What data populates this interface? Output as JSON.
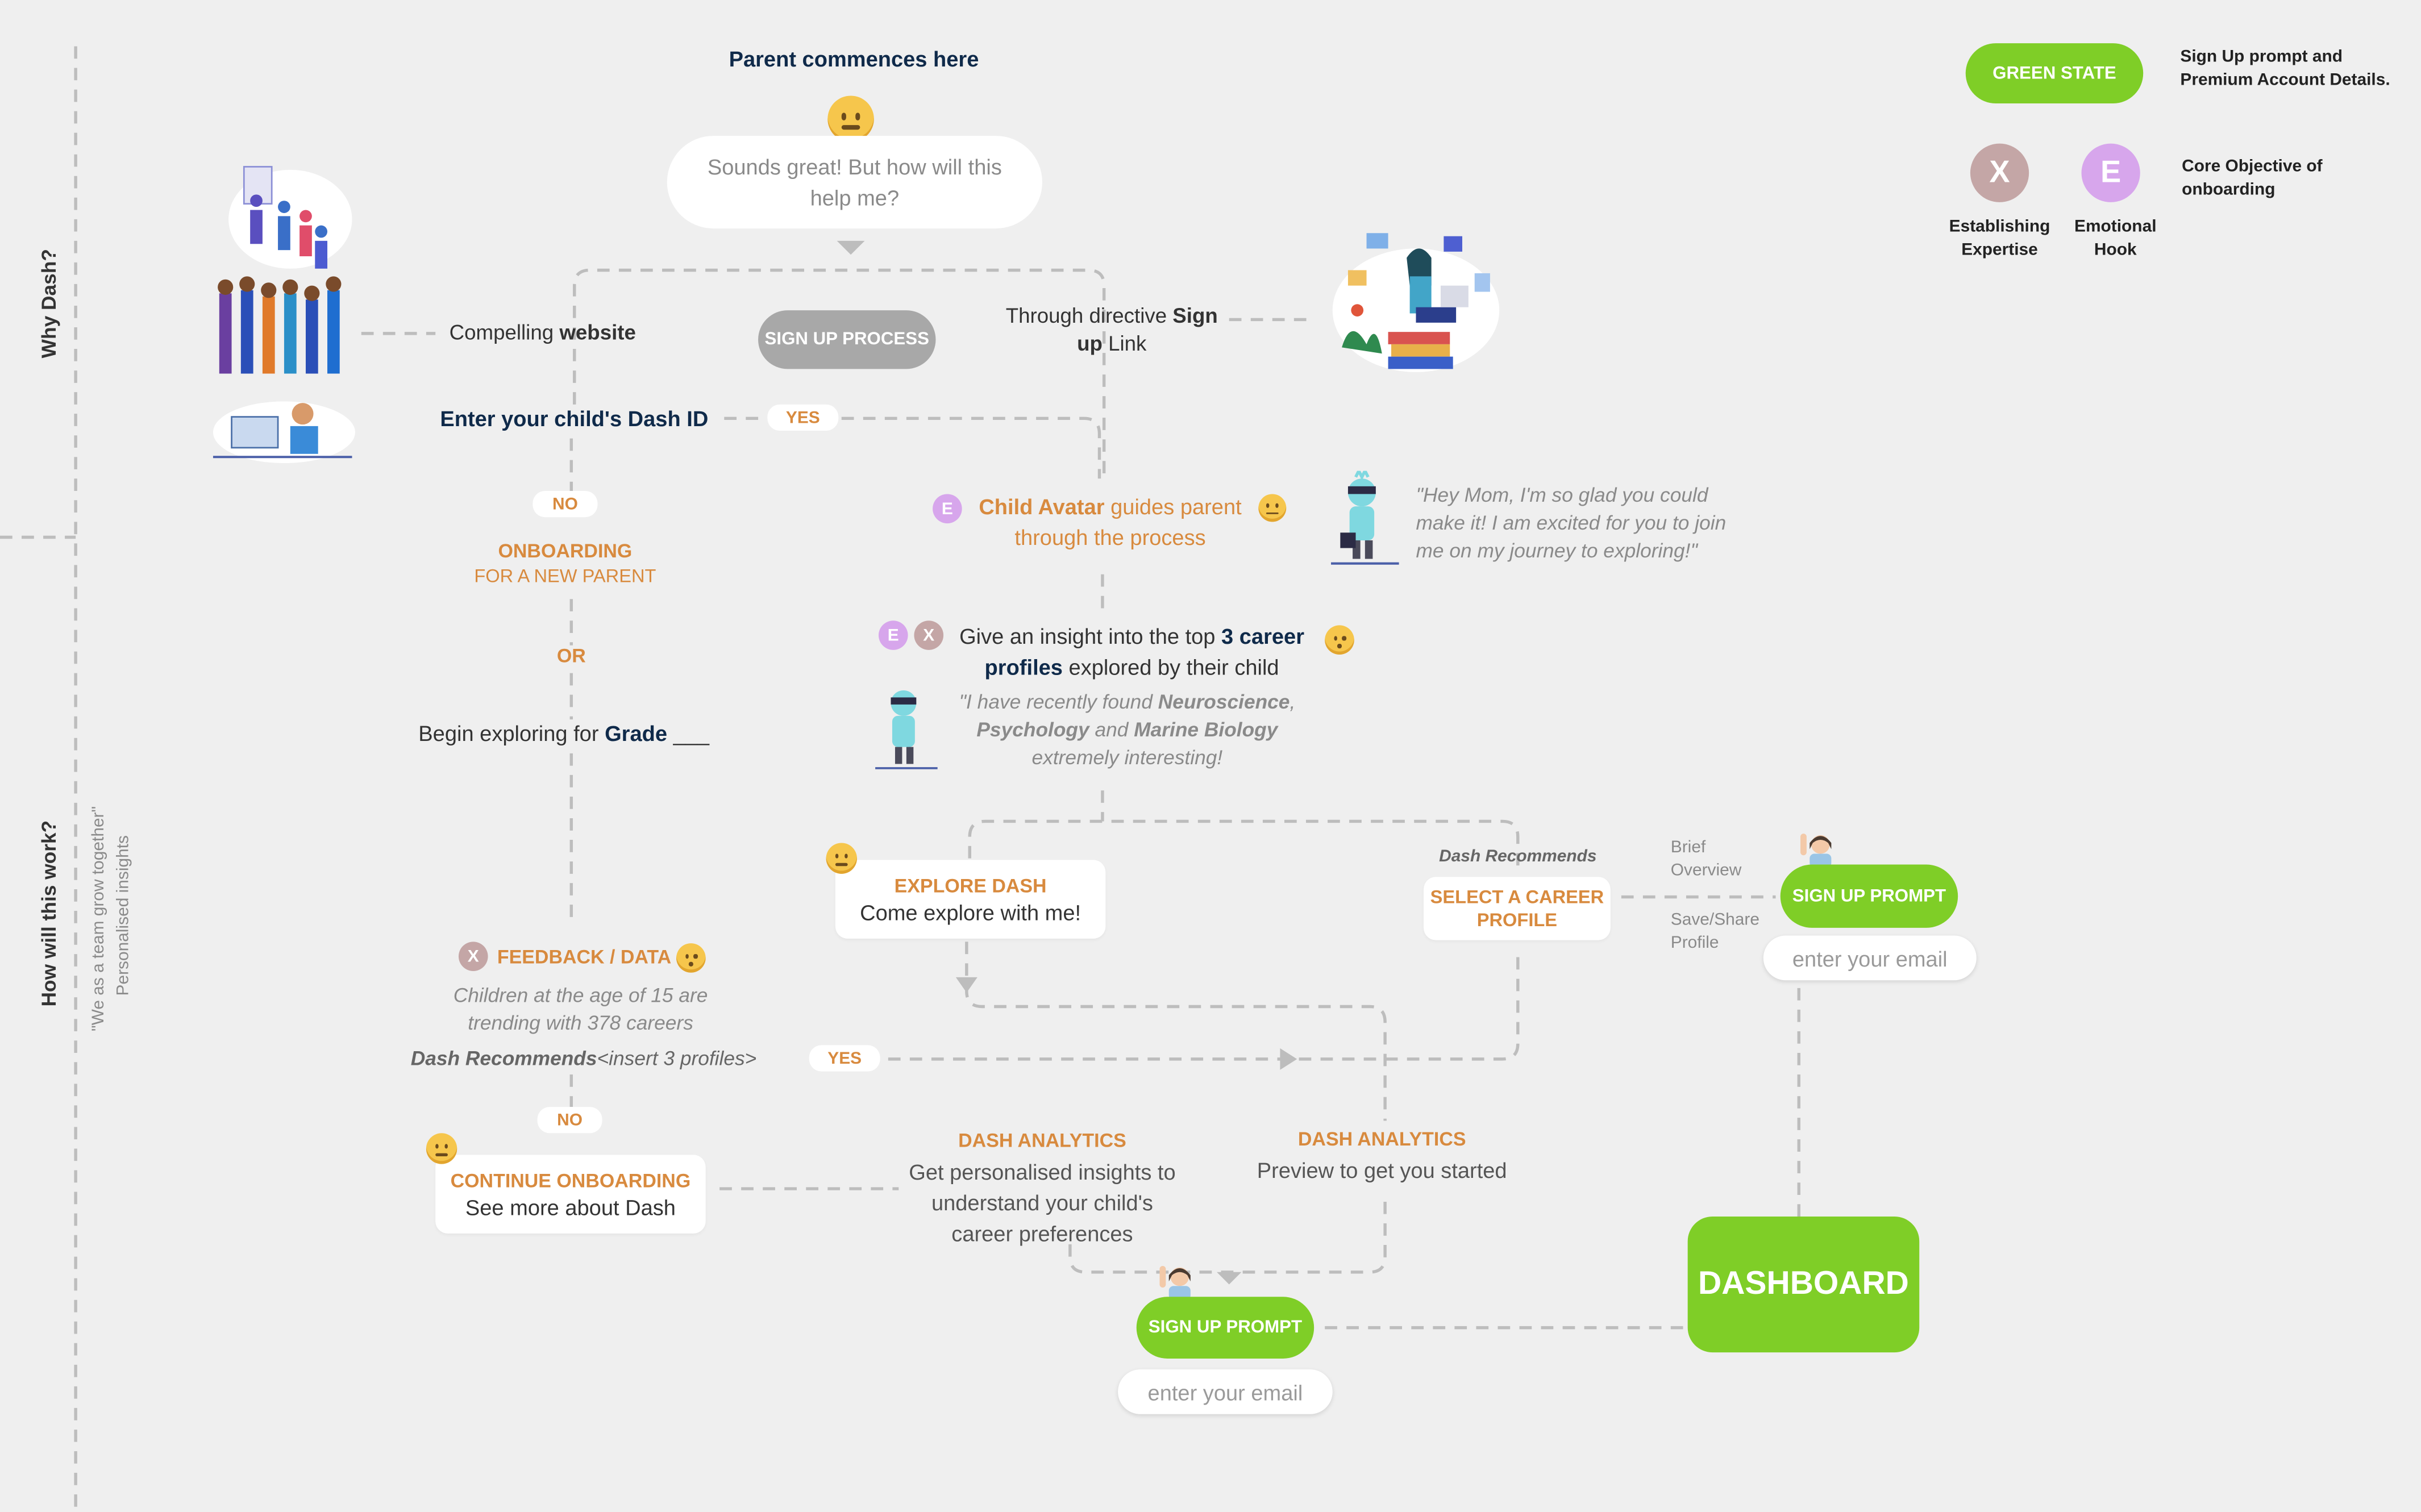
{
  "axis": {
    "why": "Why Dash?",
    "how": "How will this work?",
    "team": "\"We as a team grow together\"",
    "insights": "Personalised insights"
  },
  "legend": {
    "green_state": "GREEN STATE",
    "green_state_desc_1": "Sign Up prompt and",
    "green_state_desc_2": "Premium Account Details.",
    "x_letter": "X",
    "e_letter": "E",
    "x_label_1": "Establishing",
    "x_label_2": "Expertise",
    "e_label_1": "Emotional",
    "e_label_2": "Hook",
    "core_1": "Core Objective of",
    "core_2": "onboarding"
  },
  "start": {
    "title": "Parent commences here",
    "bubble_1": "Sounds great! But how will this",
    "bubble_2": "help me?"
  },
  "signup_process": "SIGN UP PROCESS",
  "website": {
    "pre": "Compelling ",
    "bold": "website"
  },
  "directive": {
    "l1_pre": "Through directive ",
    "l1_bold": "Sign",
    "l2_bold": "up",
    "l2_post": " Link"
  },
  "dash_id": "Enter your child's Dash ID",
  "yes_1": "YES",
  "no_1": "NO",
  "onboarding": {
    "title": "ONBOARDING",
    "sub": "FOR A NEW PARENT"
  },
  "or": "OR",
  "grade": {
    "pre": "Begin exploring for ",
    "bold": "Grade",
    "post": " ___"
  },
  "avatar_step": {
    "badge": "E",
    "bold": "Child Avatar",
    "l1": " guides parent",
    "l2": "through the process"
  },
  "avatar_quote": {
    "l1": "\"Hey Mom, I'm so glad you could",
    "l2": "make it! I am excited for you to join",
    "l3": "me on my journey to exploring!\""
  },
  "insight": {
    "badge_e": "E",
    "badge_x": "X",
    "l1_pre": "Give an insight into the top ",
    "l1_bold": "3 career",
    "l2_bold": "profiles",
    "l2_post": " explored by their child"
  },
  "insight_quote": {
    "l1_pre": "\"I have recently found ",
    "l1_bold": "Neuroscience",
    "l1_post": ",",
    "l2_bold1": "Psychology",
    "l2_mid": " and ",
    "l2_bold2": "Marine Biology",
    "l3": "extremely interesting!"
  },
  "explore": {
    "title": "EXPLORE DASH",
    "sub": "Come explore with me!"
  },
  "select": {
    "above": "Dash Recommends",
    "l1": "SELECT A CAREER",
    "l2": "PROFILE"
  },
  "brief": {
    "l1": "Brief",
    "l2": "Overview"
  },
  "save": {
    "l1": "Save/Share",
    "l2": "Profile"
  },
  "signup_prompt": "SIGN UP PROMPT",
  "email_placeholder": "enter your email",
  "feedback": {
    "badge": "X",
    "title": "FEEDBACK / DATA",
    "l1": "Children at the age of 15 are",
    "l2": "trending with 378 careers"
  },
  "recommends_line": {
    "bold": "Dash Recommends",
    "rest": "<insert 3 profiles>"
  },
  "yes_2": "YES",
  "no_2": "NO",
  "continue": {
    "title": "CONTINUE ONBOARDING",
    "sub": "See more about Dash"
  },
  "analytics_1": {
    "title": "DASH ANALYTICS",
    "l1": "Get personalised insights to",
    "l2": "understand your child's",
    "l3": "career preferences"
  },
  "analytics_2": {
    "title": "DASH ANALYTICS",
    "l1": "Preview to get you started"
  },
  "dashboard": "DASHBOARD",
  "colors": {
    "green": "#7fce27",
    "orange": "#d88a3e",
    "navy": "#0f2a4a",
    "badge_x": "#c4a6a6",
    "badge_e": "#d7a6ec",
    "line": "#bdbdbd"
  },
  "icons": [
    "smirk-emoji-icon",
    "grin-emoji-icon",
    "surprised-emoji-icon",
    "monocle-emoji-icon",
    "waving-person-icon"
  ]
}
